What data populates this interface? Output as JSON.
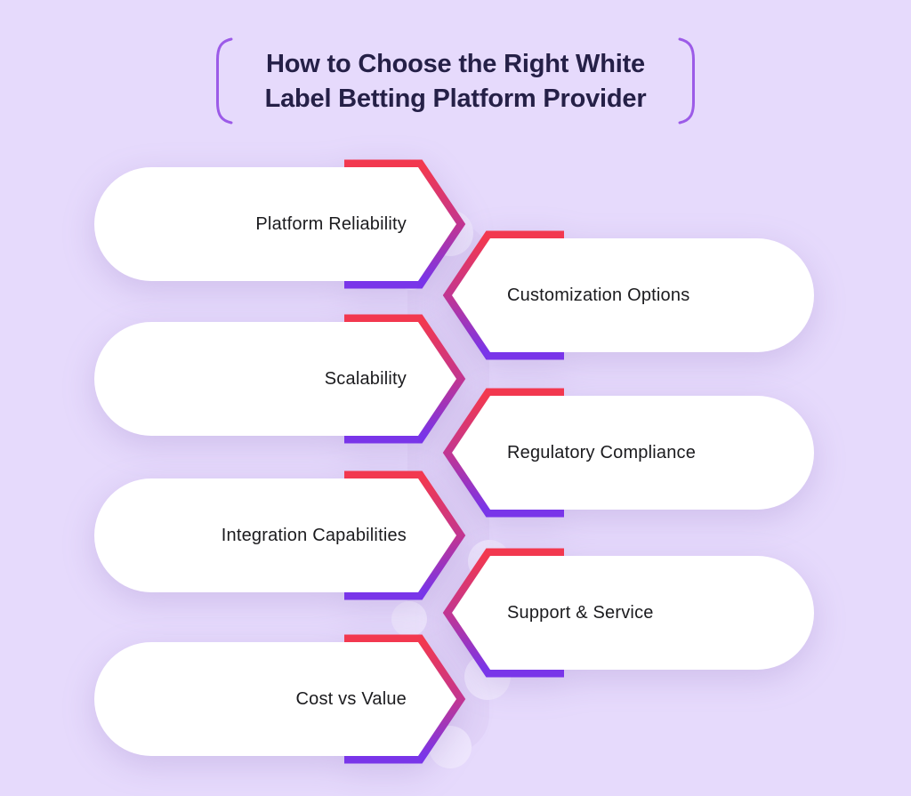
{
  "title": {
    "line1": "How to Choose the Right White",
    "line2": "Label Betting Platform Provider"
  },
  "items": [
    {
      "label": "Platform Reliability",
      "side": "left"
    },
    {
      "label": "Customization Options",
      "side": "right"
    },
    {
      "label": "Scalability",
      "side": "left"
    },
    {
      "label": "Regulatory Compliance",
      "side": "right"
    },
    {
      "label": "Integration Capabilities",
      "side": "left"
    },
    {
      "label": "Support & Service",
      "side": "right"
    },
    {
      "label": "Cost vs Value",
      "side": "left"
    }
  ],
  "colors": {
    "background": "#E6DAFC",
    "shape_fill": "#FFFFFF",
    "border_gradient_top": "#F2384F",
    "border_gradient_mid": "#C23691",
    "border_gradient_bottom": "#7935E9",
    "title_text": "#252047",
    "label_text": "#1B1B1E",
    "bracket": "#9C5BE8",
    "ribbon": "#E1D3F8",
    "ribbon_bump": "#EEE6FD"
  }
}
